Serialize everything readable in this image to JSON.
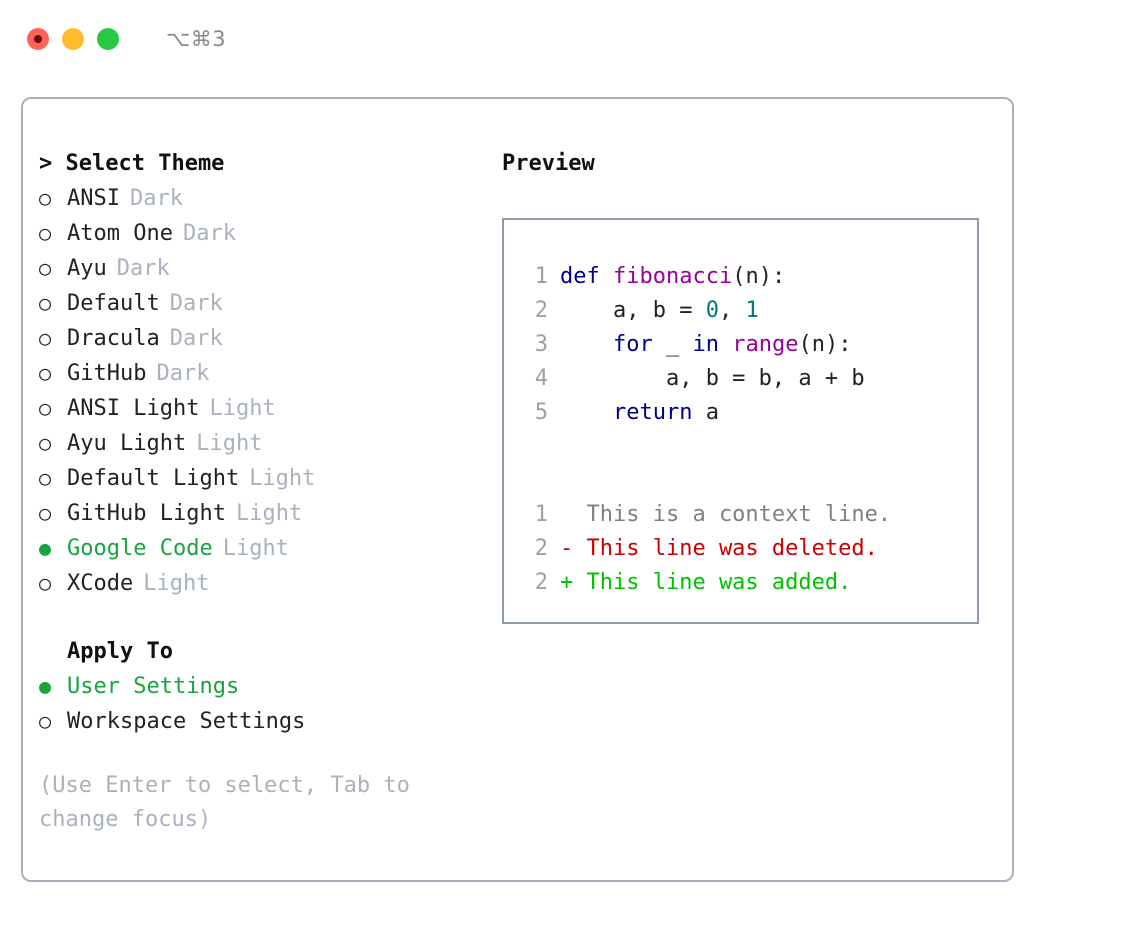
{
  "titlebar": {
    "shortcut_label": "⌥⌘3",
    "buttons": {
      "close": "close-button",
      "minimize": "minimize-button",
      "maximize": "maximize-button"
    }
  },
  "theme_picker": {
    "heading": "> Select Theme",
    "bullet_selected": "●",
    "bullet_unselected": "○",
    "items": [
      {
        "label": "ANSI",
        "tag": "Dark",
        "selected": false
      },
      {
        "label": "Atom One",
        "tag": "Dark",
        "selected": false
      },
      {
        "label": "Ayu",
        "tag": "Dark",
        "selected": false
      },
      {
        "label": "Default",
        "tag": "Dark",
        "selected": false
      },
      {
        "label": "Dracula",
        "tag": "Dark",
        "selected": false
      },
      {
        "label": "GitHub",
        "tag": "Dark",
        "selected": false
      },
      {
        "label": "ANSI Light",
        "tag": "Light",
        "selected": false
      },
      {
        "label": "Ayu Light",
        "tag": "Light",
        "selected": false
      },
      {
        "label": "Default Light",
        "tag": "Light",
        "selected": false
      },
      {
        "label": "GitHub Light",
        "tag": "Light",
        "selected": false
      },
      {
        "label": "Google Code",
        "tag": "Light",
        "selected": true
      },
      {
        "label": "XCode",
        "tag": "Light",
        "selected": false
      }
    ]
  },
  "apply_to": {
    "heading": "Apply To",
    "items": [
      {
        "label": "User Settings",
        "selected": true
      },
      {
        "label": "Workspace Settings",
        "selected": false
      }
    ]
  },
  "hint": "(Use Enter to select, Tab to change focus)",
  "preview": {
    "heading": "Preview",
    "code_lines": [
      {
        "num": "1",
        "tokens": [
          {
            "t": "def ",
            "c": "tok-kw"
          },
          {
            "t": "fibonacci",
            "c": "tok-fn"
          },
          {
            "t": "(n):",
            "c": "tok-punc"
          }
        ]
      },
      {
        "num": "2",
        "tokens": [
          {
            "t": "    a, b = ",
            "c": "tok-var"
          },
          {
            "t": "0",
            "c": "tok-num"
          },
          {
            "t": ", ",
            "c": "tok-punc"
          },
          {
            "t": "1",
            "c": "tok-num"
          }
        ]
      },
      {
        "num": "3",
        "tokens": [
          {
            "t": "    ",
            "c": "tok-punc"
          },
          {
            "t": "for",
            "c": "tok-kw"
          },
          {
            "t": " _ ",
            "c": "tok-var"
          },
          {
            "t": "in",
            "c": "tok-kw"
          },
          {
            "t": " ",
            "c": "tok-punc"
          },
          {
            "t": "range",
            "c": "tok-fn"
          },
          {
            "t": "(n):",
            "c": "tok-punc"
          }
        ]
      },
      {
        "num": "4",
        "tokens": [
          {
            "t": "        a, b = b, a + b",
            "c": "tok-var"
          }
        ]
      },
      {
        "num": "5",
        "tokens": [
          {
            "t": "    ",
            "c": "tok-punc"
          },
          {
            "t": "return",
            "c": "tok-kw"
          },
          {
            "t": " a",
            "c": "tok-var"
          }
        ]
      }
    ],
    "diff_lines": [
      {
        "num": "1",
        "text": "  This is a context line.",
        "cls": "diff-context"
      },
      {
        "num": "2",
        "text": "- This line was deleted.",
        "cls": "diff-del"
      },
      {
        "num": "2",
        "text": "+ This line was added.",
        "cls": "diff-add"
      }
    ]
  },
  "colors": {
    "accent_green": "#1aa33f",
    "muted_gray": "#a9b2bd",
    "panel_border": "#a7b0bd",
    "preview_border": "#8d9aab",
    "keyword": "#000088",
    "function": "#990099",
    "number": "#007777",
    "diff_add": "#00c000",
    "diff_del": "#cc0000",
    "diff_context": "#808080",
    "traffic_close": "#ff6159",
    "traffic_minimize": "#ffbd2e",
    "traffic_maximize": "#26c940"
  }
}
